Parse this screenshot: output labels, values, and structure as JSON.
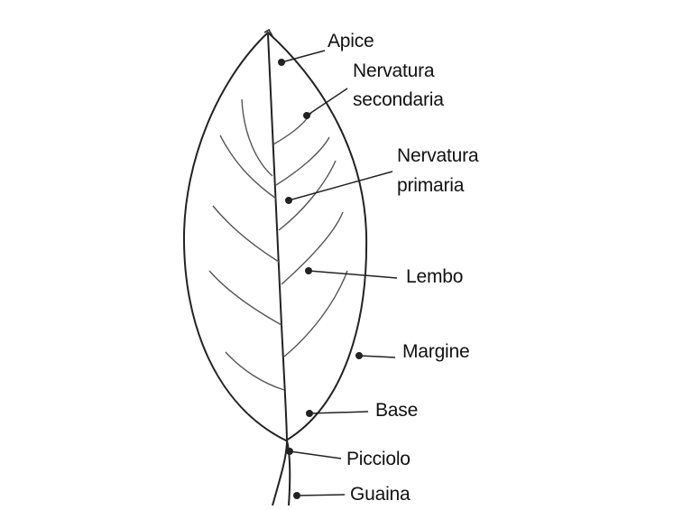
{
  "labels": {
    "apice": "Apice",
    "nervatura_secondaria_1": "Nervatura",
    "nervatura_secondaria_2": "secondaria",
    "nervatura_primaria_1": "Nervatura",
    "nervatura_primaria_2": "primaria",
    "lembo": "Lembo",
    "margine": "Margine",
    "base": "Base",
    "picciolo": "Picciolo",
    "guaina": "Guaina"
  },
  "colors": {
    "outline": "#222222",
    "vein": "#555555",
    "text": "#111111"
  }
}
